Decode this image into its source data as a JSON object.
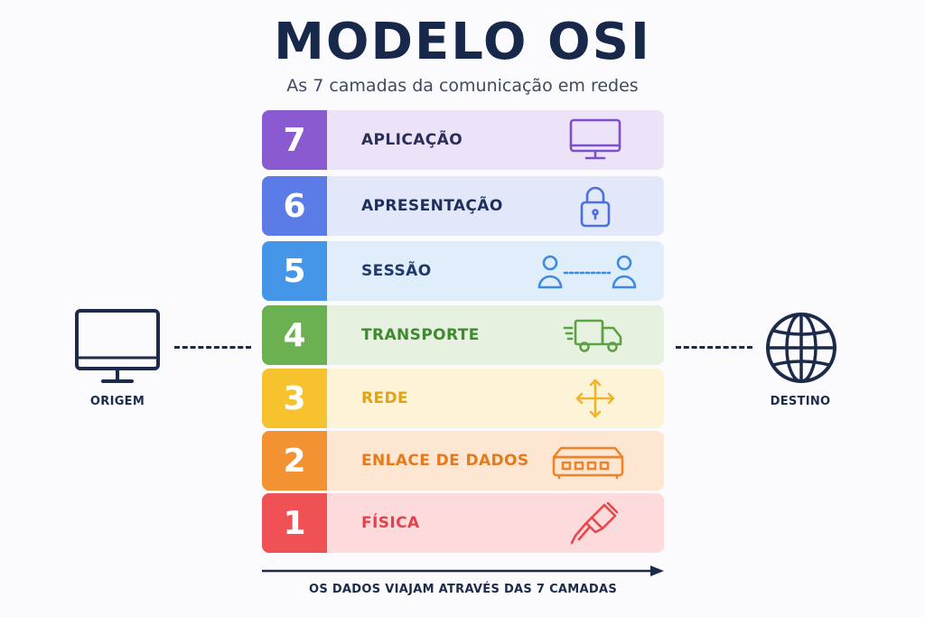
{
  "header": {
    "title": "MODELO OSI",
    "subtitle": "As 7 camadas da comunicação em redes"
  },
  "layers": [
    {
      "number": "7",
      "name": "APLICAÇÃO",
      "icon": "monitor-icon",
      "num_color": "#8a5bd0",
      "bg_color": "#ece3f8",
      "text_color": "#2a2f5a",
      "icon_color": "#7d4fc9"
    },
    {
      "number": "6",
      "name": "APRESENTAÇÃO",
      "icon": "lock-icon",
      "num_color": "#5b7be6",
      "bg_color": "#e2e8fa",
      "text_color": "#1f2f5c",
      "icon_color": "#4a6fe0"
    },
    {
      "number": "5",
      "name": "SESSÃO",
      "icon": "users-connection-icon",
      "num_color": "#4596e8",
      "bg_color": "#e0edfb",
      "text_color": "#1f3a6b",
      "icon_color": "#3c8ae6"
    },
    {
      "number": "4",
      "name": "TRANSPORTE",
      "icon": "truck-icon",
      "num_color": "#6bb152",
      "bg_color": "#e6f2df",
      "text_color": "#3f8a2e",
      "icon_color": "#5aa243"
    },
    {
      "number": "3",
      "name": "REDE",
      "icon": "move-arrows-icon",
      "num_color": "#f6c22e",
      "bg_color": "#fdf3d6",
      "text_color": "#e3a414",
      "icon_color": "#efb42a"
    },
    {
      "number": "2",
      "name": "ENLACE DE DADOS",
      "icon": "switch-icon",
      "num_color": "#f39232",
      "bg_color": "#fde6d2",
      "text_color": "#e47a1e",
      "icon_color": "#ee8328"
    },
    {
      "number": "1",
      "name": "FÍSICA",
      "icon": "cable-plug-icon",
      "num_color": "#ef5155",
      "bg_color": "#fddadb",
      "text_color": "#e2434a",
      "icon_color": "#e8474c"
    }
  ],
  "origin": {
    "label": "ORIGEM",
    "icon": "monitor-icon"
  },
  "destination": {
    "label": "DESTINO",
    "icon": "globe-icon"
  },
  "footer": {
    "caption": "OS DADOS VIAJAM ATRAVÉS DAS 7 CAMADAS"
  }
}
